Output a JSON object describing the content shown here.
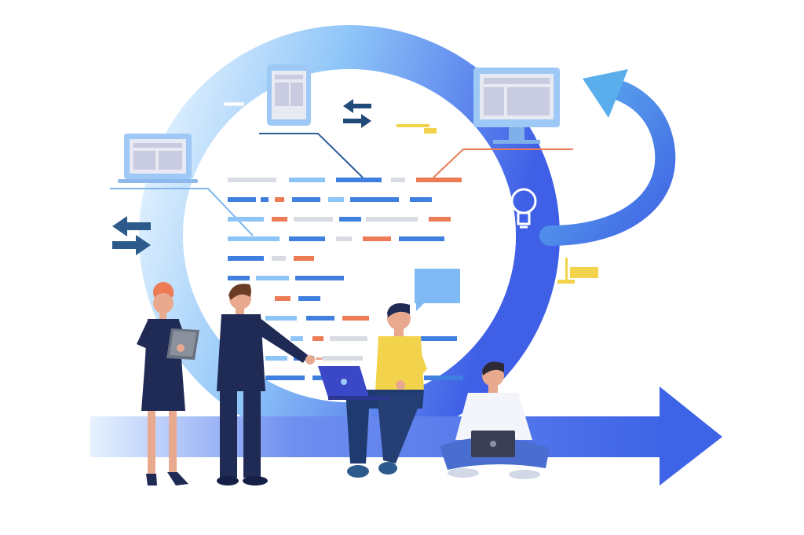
{
  "scene": {
    "description_words": [],
    "colors": {
      "primary_blue": "#3f6ae8",
      "light_blue": "#8ec5f8",
      "pale_blue": "#dbeeff",
      "navy": "#1f2a55",
      "orange": "#ec7b56",
      "yellow": "#f3d34b",
      "skin": "#e8a98f",
      "gray_bar": "#d9dbe3"
    },
    "icons": [
      "cycle-arrow-icon",
      "curved-arrow-icon",
      "forward-arrow-icon",
      "swap-arrows-icon",
      "lightbulb-icon",
      "laptop-icon",
      "tablet-icon",
      "monitor-icon",
      "speech-bubble-icon"
    ],
    "people": [
      "woman-with-tablet",
      "man-pointing",
      "man-sitting-with-laptop",
      "man-cross-legged-with-laptop"
    ]
  }
}
